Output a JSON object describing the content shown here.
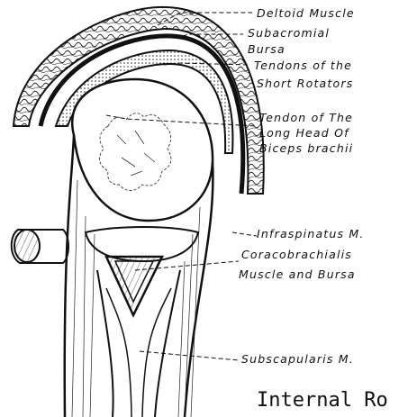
{
  "labels": {
    "deltoid": "Deltoid Muscle",
    "subacromial_1": "Subacromial",
    "subacromial_2": "Bursa",
    "tendons_1": "Tendons of the",
    "tendons_2": "Short Rotators",
    "biceps_1": "Tendon of The",
    "biceps_2": "Long Head Of",
    "biceps_3": "Biceps brachii",
    "infraspinatus": "Infraspinatus M.",
    "coraco_1": "Coracobrachialis",
    "coraco_2": "Muscle and Bursa",
    "subscapularis": "Subscapularis M."
  },
  "caption": "Internal Ro"
}
